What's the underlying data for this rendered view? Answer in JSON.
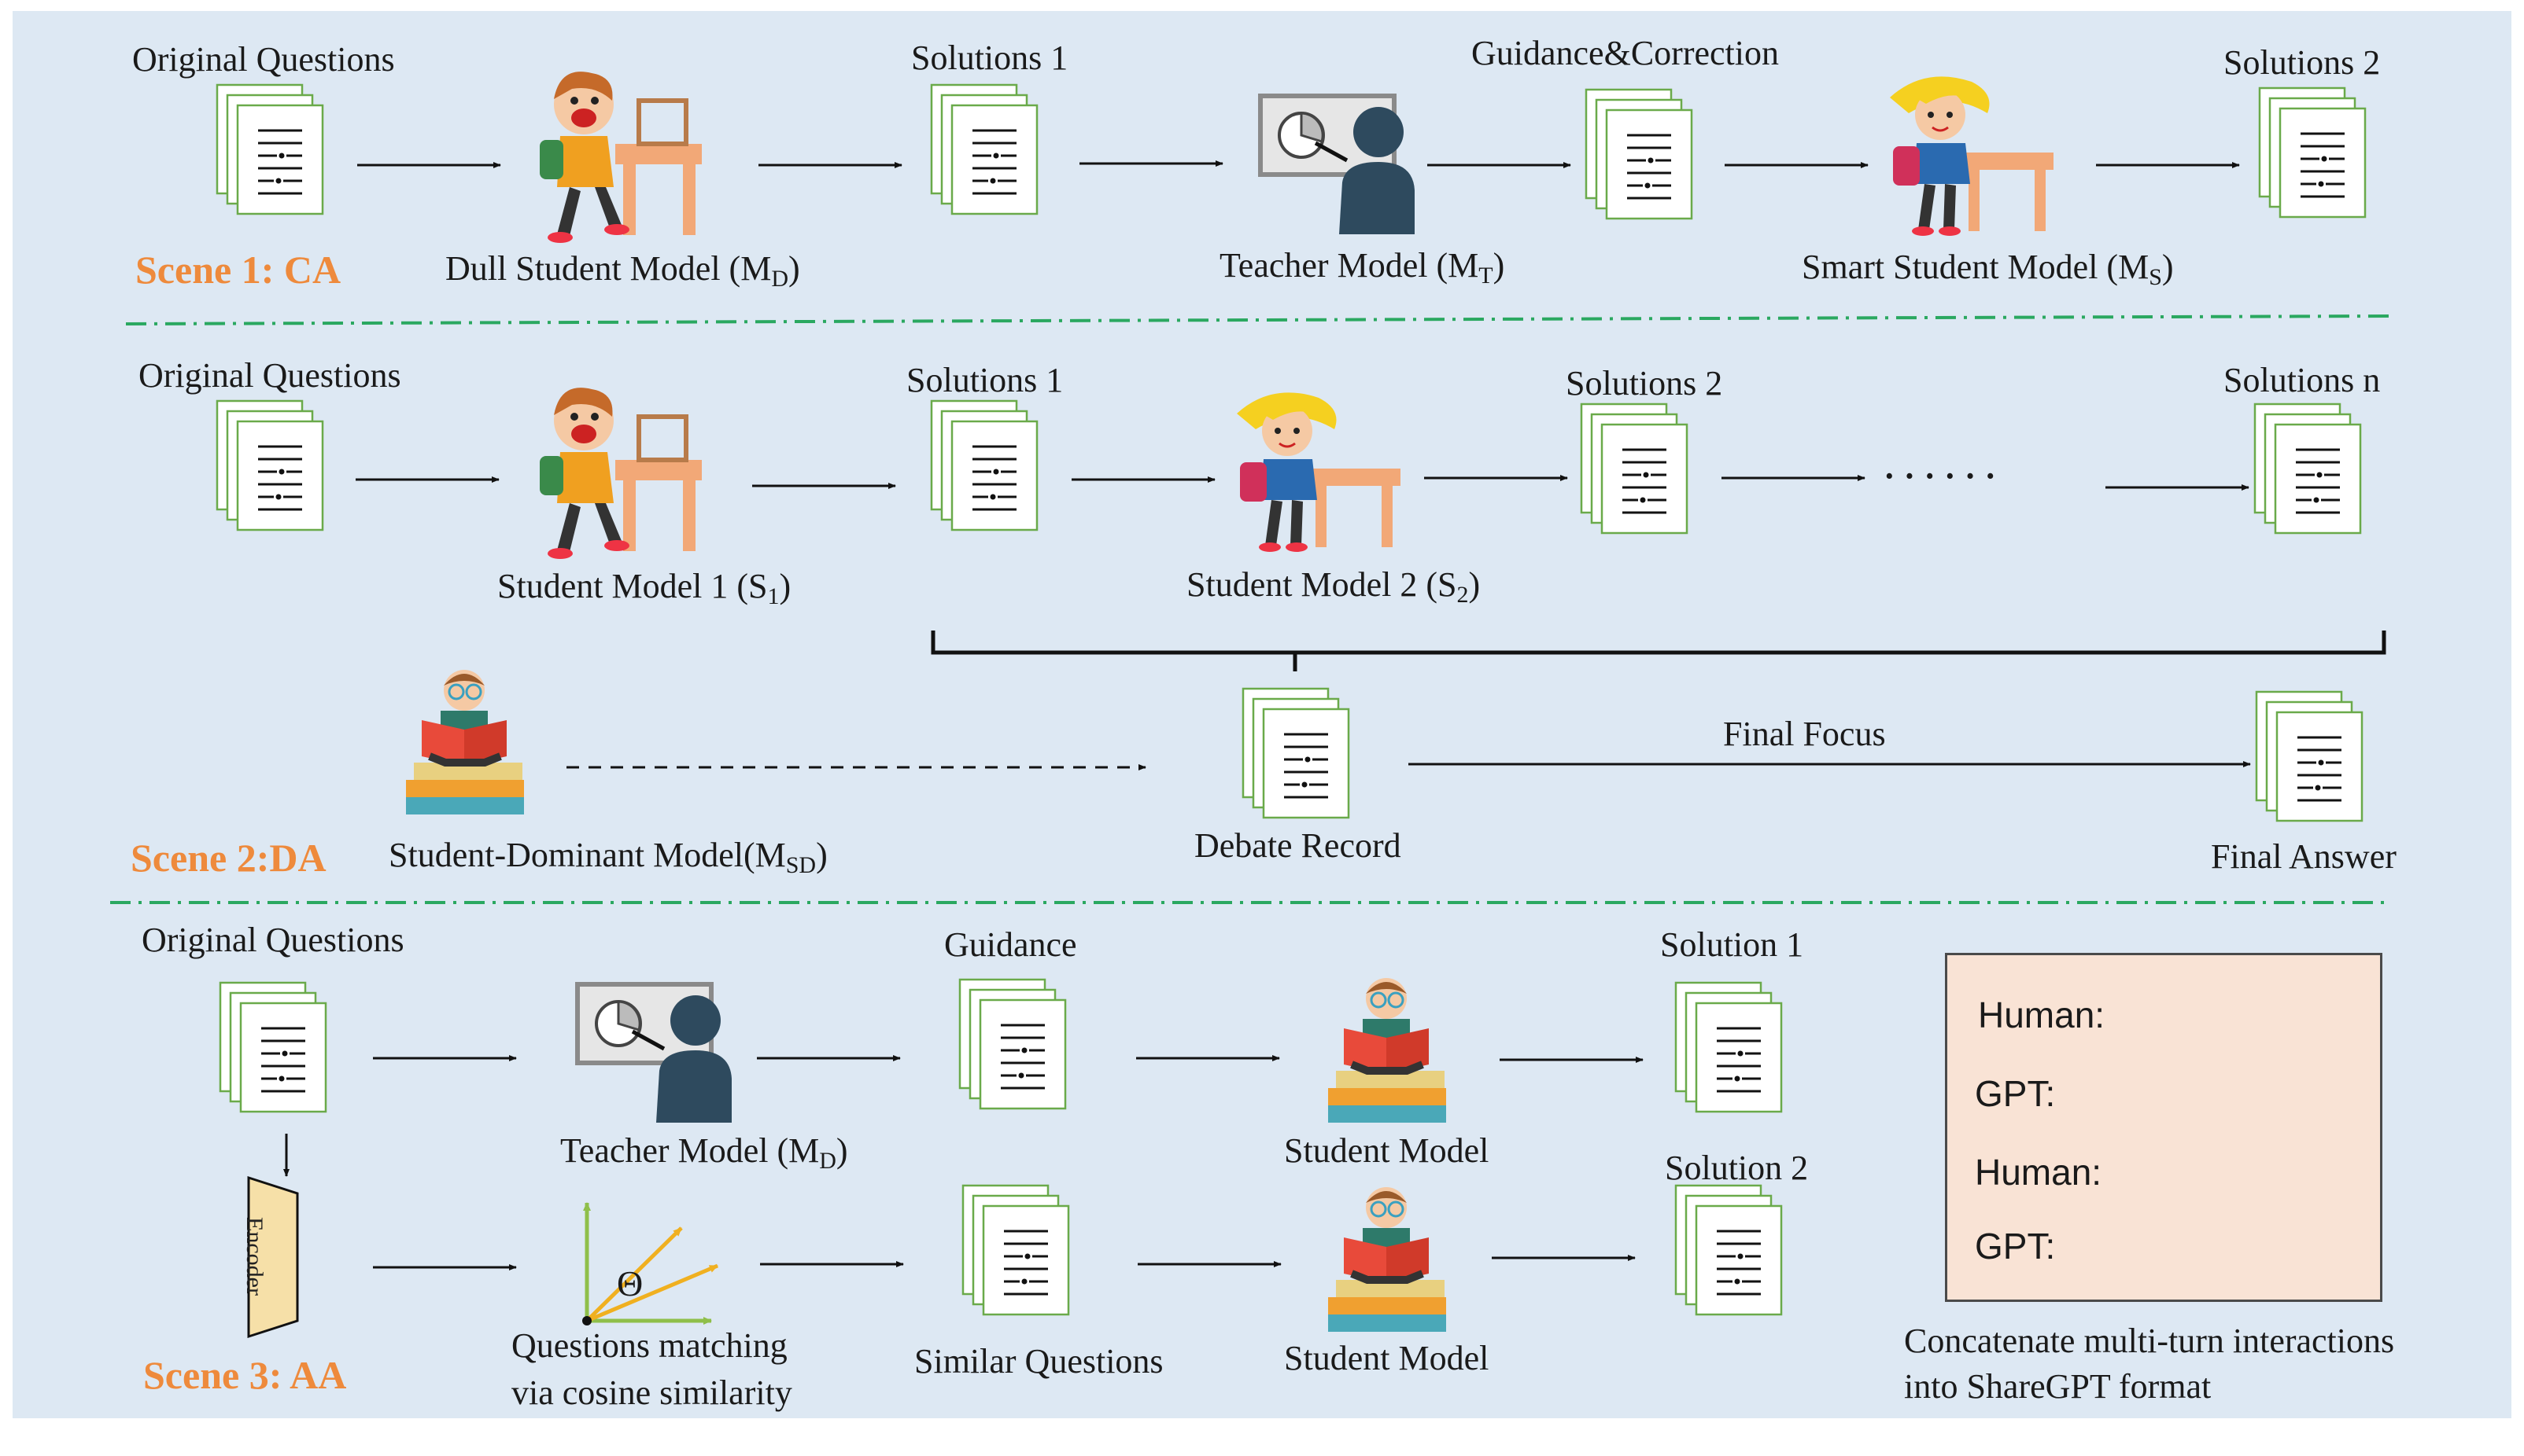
{
  "scene1": {
    "title": "Scene 1: CA",
    "labels": {
      "original_questions": "Original Questions",
      "solutions1": "Solutions 1",
      "guidance_correction": "Guidance&Correction",
      "solutions2": "Solutions 2",
      "dull_student": "Dull Student Model (M",
      "dull_student_sub": "D",
      "teacher": "Teacher Model (M",
      "teacher_sub": "T",
      "smart_student": "Smart Student Model (M",
      "smart_student_sub": "S"
    }
  },
  "scene2": {
    "title": "Scene 2:DA",
    "labels": {
      "original_questions": "Original Questions",
      "solutions1": "Solutions 1",
      "solutions2": "Solutions 2",
      "solutionsn": "Solutions n",
      "ellipsis": "· · · · · ·",
      "student1": "Student Model 1 (S",
      "student1_sub": "1",
      "student2": "Student Model 2 (S",
      "student2_sub": "2",
      "dominant": "Student-Dominant Model(M",
      "dominant_sub": "SD",
      "debate_record": "Debate Record",
      "final_focus": "Final Focus",
      "final_answer": "Final Answer"
    }
  },
  "scene3": {
    "title": "Scene 3: AA",
    "labels": {
      "original_questions": "Original Questions",
      "guidance": "Guidance",
      "solution1": "Solution 1",
      "solution2": "Solution 2",
      "teacher": "Teacher Model (M",
      "teacher_sub": "D",
      "student_model_a": "Student Model",
      "student_model_b": "Student Model",
      "encoder": "Encoder",
      "theta": "Θ",
      "matching_line1": "Questions matching",
      "matching_line2": "via cosine similarity",
      "similar_questions": "Similar Questions",
      "concat_line1": "Concatenate multi-turn interactions",
      "concat_line2": "into ShareGPT format"
    },
    "sharegpt": [
      "Human:",
      "GPT:",
      "Human:",
      "GPT:"
    ]
  },
  "colors": {
    "background": "#dde8f3",
    "scene_title": "#ee8a3c",
    "doc_border": "#6aaa4a",
    "separator": "#2aa860",
    "sharegpt_box": "#f9e3d5"
  }
}
